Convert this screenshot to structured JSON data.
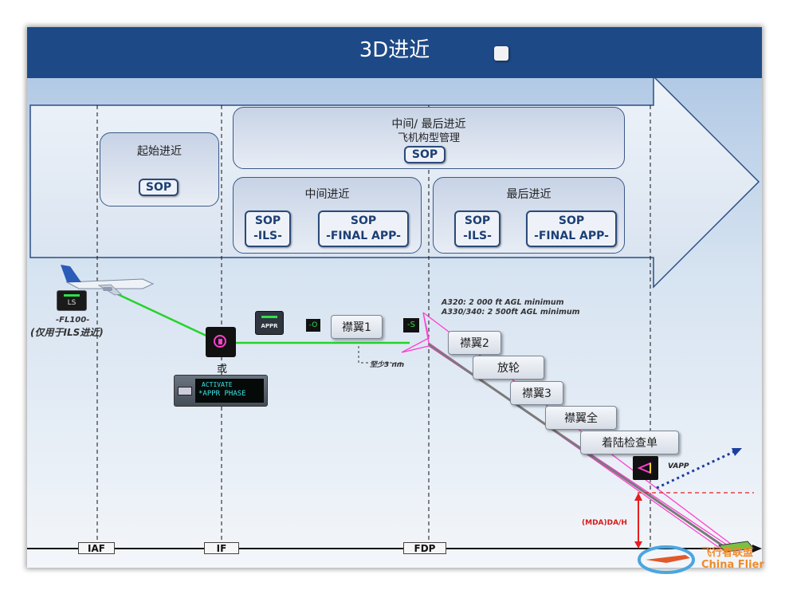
{
  "title": "3D进近",
  "phases": {
    "initial": {
      "label": "起始进近",
      "sop": "SOP"
    },
    "intermediate_final": {
      "label_line1": "中间/ 最后进近",
      "label_line2": "飞机构型管理",
      "sop": "SOP"
    },
    "intermediate": {
      "label": "中间进近",
      "sop_ils": "SOP\n-ILS-",
      "sop_final": "SOP\n-FINAL APP-"
    },
    "final": {
      "label": "最后进近",
      "sop_ils": "SOP\n-ILS-",
      "sop_final": "SOP\n-FINAL APP-"
    }
  },
  "fixes": {
    "iaf": "IAF",
    "if": "IF",
    "fdp": "FDP"
  },
  "fl100": {
    "line1": "-FL100-",
    "line2": "(仅用于ILS进近)"
  },
  "ls_label": "LS",
  "or_label": "或",
  "appr_label": "APPR",
  "fcu_activate": {
    "line1": "ACTIVATE",
    "line2": "*APPR PHASE"
  },
  "icons": {
    "o_label": "-O",
    "s_label": "-S"
  },
  "steps": [
    "襟翼1",
    "襟翼2",
    "放轮",
    "襟翼3",
    "襟翼全",
    "着陆检查单"
  ],
  "min_distance": "至少3 nm",
  "altitude_notes": [
    "A320: 2 000 ft AGL minimum",
    "A330/340: 2 500ft AGL minimum"
  ],
  "vapp_label": "VAPP",
  "mda_label": "(MDA)DA/H",
  "watermark": "飞行者联盟 China Flier",
  "colors": {
    "title_bg": "#1d4a87",
    "green_path": "#25d32a",
    "magenta": "#ff3fcf",
    "red": "#e61e1e",
    "navy": "#1c3f75"
  }
}
